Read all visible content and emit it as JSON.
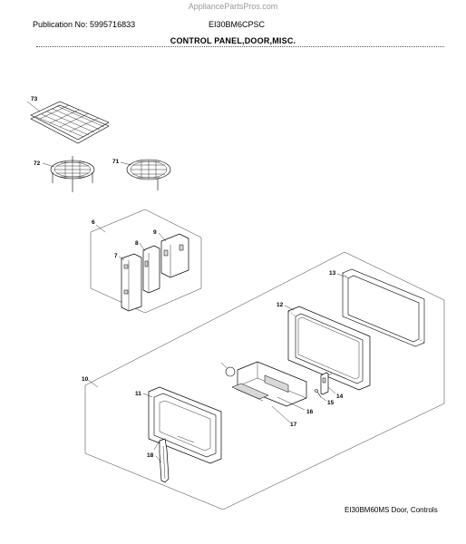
{
  "header": {
    "watermark": "AppliancePartsPros.com",
    "publication": "Publication No: 5995716833",
    "model": "EI30BM6CPSC",
    "section_title": "CONTROL PANEL,DOOR,MISC."
  },
  "footer": {
    "caption": "EI30BM60MS Door, Controls"
  },
  "callouts": {
    "c73": "73",
    "c72": "72",
    "c71": "71",
    "c6": "6",
    "c9": "9",
    "c8": "8",
    "c7": "7",
    "c13": "13",
    "c12": "12",
    "c10": "10",
    "c11": "11",
    "c14": "14",
    "c15": "15",
    "c16": "16",
    "c17": "17",
    "c18": "18"
  }
}
